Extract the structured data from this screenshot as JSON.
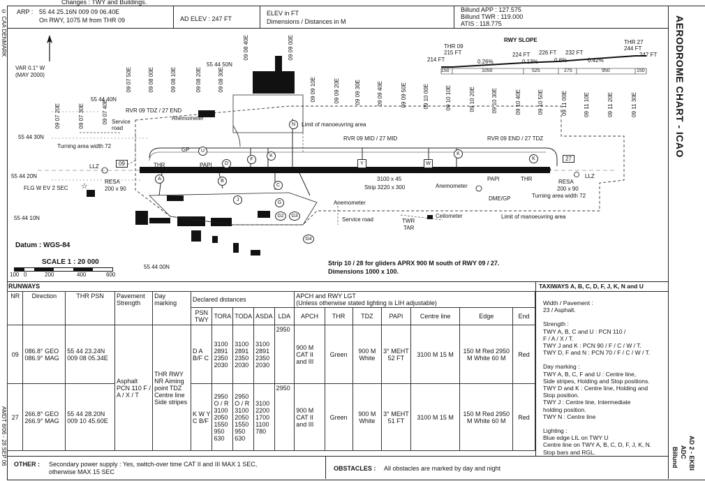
{
  "changes": "Changes : TWY and Buildings.",
  "left_vertical": {
    "top": "© CAA DENMARK",
    "bottom": "AMDT 8/06 - 28 SEP 06"
  },
  "right_vertical": {
    "title": "AERODROME CHART - ICAO",
    "ref1": "AD 2 - EKBI",
    "ref2": "ADC",
    "ref3": "Billund"
  },
  "header": {
    "arp_label": "ARP :",
    "arp_coords": "55 44 25.16N  009 09 06.40E",
    "arp_pos": "On RWY, 1075 M from THR 09",
    "ad_elev": "AD ELEV :  247 FT",
    "elev_units": "ELEV in FT",
    "dist_units": "Dimensions / Distances in M",
    "app": "Billund APP :   127.575",
    "twr": "Billund TWR :   119.000",
    "atis": "ATIS :  118.775"
  },
  "map": {
    "var": "VAR 0.1° W",
    "var_date": "(MAY 2000)",
    "datum": "Datum :  WGS-84",
    "scale": "SCALE 1 : 20 000",
    "scale_ticks": [
      "100",
      "0",
      "200",
      "400",
      "600"
    ],
    "lat_labels": [
      "55 44 50N",
      "55 44 40N",
      "55 44 30N",
      "55 44 20N",
      "55 44 10N",
      "55 44 00N"
    ],
    "lon_labels": [
      "09 07 20E",
      "09 07 30E",
      "09 07 40E",
      "09 07 50E",
      "09 08 00E",
      "09 08 10E",
      "09 08 20E",
      "09 08 30E",
      "09 08 40E",
      "09 09 00E",
      "09 09 10E",
      "09 09 20E",
      "09 09 30E",
      "09 09 40E",
      "09 09 50E",
      "09 10 00E",
      "09 10 10E",
      "09 10 20E",
      "09 10 30E",
      "09 10 40E",
      "09 10 50E",
      "09 11 00E",
      "09 11 10E",
      "09 11 20E",
      "09 11 30E"
    ],
    "labels": {
      "rvr_tdz": "RVR 09 TDZ / 27 END",
      "anemometer": "Anemometer",
      "service_road": "Service road",
      "turning_area": "Turning area width 72",
      "gp": "GP",
      "papi": "PAPI",
      "limit": "Limit of manoeuvring area",
      "rvr_mid": "RVR 09 MID / 27 MID",
      "rvr_end": "RVR 09 END / 27 TDZ",
      "llz": "LLZ",
      "thr": "THR",
      "resa": "RESA",
      "resa_dim": "200 x 90",
      "flg": "FLG W EV 2 SEC",
      "rwy_dim": "3100 x 45",
      "strip": "Strip 3220 x 300",
      "dme": "DME/GP",
      "ceilometer": "Ceilometer",
      "twr": "TWR",
      "tar": "TAR",
      "rwy_09": "09",
      "rwy_27": "27",
      "glider": "Strip 10 / 28  for gliders APRX 900 M south of RWY 09 / 27.",
      "glider2": "Dimensions 1000 x 100.",
      "twy_letters": [
        "A",
        "B",
        "C",
        "D",
        "F",
        "G",
        "J",
        "K",
        "N",
        "U",
        "Y",
        "W",
        "G2",
        "G3",
        "G4"
      ]
    },
    "slope": {
      "title": "RWY SLOPE",
      "thr09": "THR 09",
      "thr09_ft": "215 FT",
      "p214": "214 FT",
      "p224": "224 FT",
      "p226": "226 FT",
      "p232": "232 FT",
      "thr27": "THR 27",
      "thr27_ft": "244 FT",
      "p247": "247 FT",
      "pct": [
        "0.26%",
        "0.13%",
        "0.6%",
        "0.42%"
      ],
      "segs": [
        "150",
        "1050",
        "525",
        "275",
        "950",
        "150"
      ]
    }
  },
  "runways": {
    "title": "RUNWAYS",
    "h_nr": "NR",
    "h_dir": "Direction",
    "h_thr": "THR PSN",
    "h_pav": "Pavement Strength",
    "h_day": "Day marking",
    "h_decl": "Declared distances",
    "h_apch": "APCH and RWY LGT",
    "h_apch_note": "(Unless otherwise stated lighting is LIH adjustable)",
    "h_psn": "PSN TWY",
    "h_tora": "TORA",
    "h_toda": "TODA",
    "h_asda": "ASDA",
    "h_lda": "LDA",
    "h_apchl": "APCH",
    "h_thrl": "THR",
    "h_tdz": "TDZ",
    "h_papi": "PAPI",
    "h_cl": "Centre line",
    "h_edge": "Edge",
    "h_end": "End",
    "pavement": "Asphalt PCN 110 F / A / X / T",
    "day_marking": "THR RWY NR Aiming point TDZ Centre line Side stripes",
    "r09": {
      "nr": "09",
      "dir": "086.8° GEO 086.9° MAG",
      "thr": "55 44 23.24N 009 08 05.34E",
      "psn": "D A B/F C",
      "tora": "3100 2891 2350 2030",
      "toda": "3100 2891 2350 2030",
      "asda": "3100 2891 2350 2030",
      "lda": "2950",
      "apch": "900 M CAT II and III",
      "thrl": "Green",
      "tdz": "900 M White",
      "papi": "3° MEHT 52 FT",
      "cl": "3100 M 15 M",
      "edge": "150 M Red 2950 M White 60 M",
      "end": "Red"
    },
    "r27": {
      "nr": "27",
      "dir": "266.8° GEO 266.9° MAG",
      "thr": "55 44 28.20N 009 10 45.60E",
      "psn": "K W Y C B/F",
      "tora": "2950 O / R 3100 2050 1550 950 630",
      "toda": "2950 O / R 3100 2050 1550 950 630",
      "asda": "3100 2200 1700 1100 780",
      "lda": "2950",
      "apch": "900 M CAT II and III",
      "thrl": "Green",
      "tdz": "900 M White",
      "papi": "3° MEHT 51 FT",
      "cl": "3100 M 15 M",
      "edge": "150 M Red 2950 M White 60 M",
      "end": "Red"
    }
  },
  "taxiways": {
    "title": "TAXIWAYS A, B, C, D, F, J, K, N and U",
    "lines": [
      "Width / Pavement :",
      "23 / Asphalt.",
      "",
      "Strength :",
      "TWY A, B, C and U : PCN 110 /",
      "F / A / X / T.",
      "TWY J and K : PCN 90 / F / C / W / T.",
      "TWY D, F and N : PCN 70 / F / C / W / T.",
      "",
      "Day marking :",
      "TWY A, B, C, F and U : Centre line,",
      "Side stripes, Holding and Stop positions.",
      "TWY D and K : Centre line, Holding and",
      "Stop position.",
      "TWY J : Centre line, Intermediate",
      "holding position.",
      "TWY N : Centre line",
      "",
      "Lighting :",
      "Blue edge LIL on TWY  U",
      "Centre line on TWY A, B, C, D, F, J, K, N.",
      "Stop bars and RGL."
    ]
  },
  "footer": {
    "other_label": "OTHER :",
    "other_text": "Secondary power supply :  Yes, switch-over time  CAT II and III MAX 1 SEC,",
    "other_text2": "otherwise MAX 15 SEC",
    "obst_label": "OBSTACLES :",
    "obst_text": "All obstacles are marked by day and night"
  }
}
